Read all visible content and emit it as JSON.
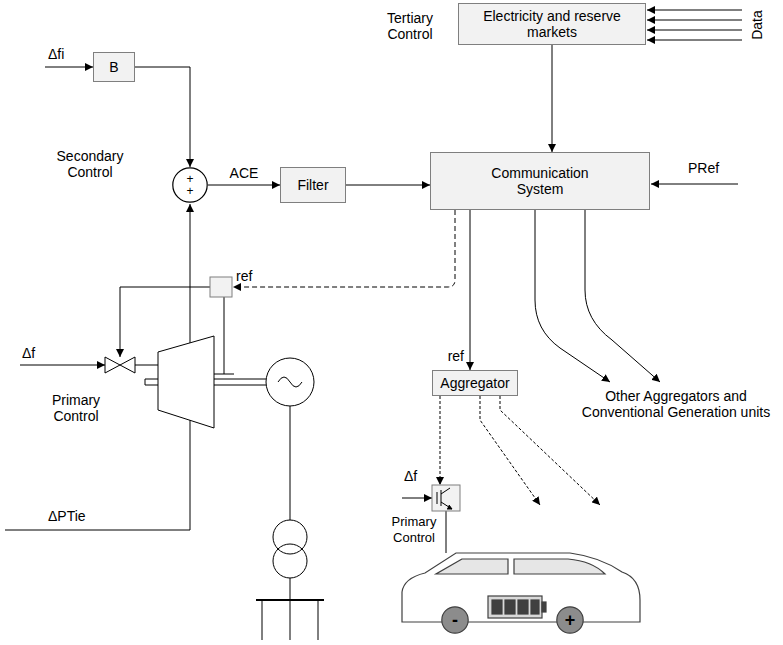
{
  "diagram": {
    "nodes": [
      {
        "text": [
          "Electricity and reserve markets"
        ]
      },
      {
        "text": [
          "B"
        ]
      },
      {
        "text": [
          "+",
          "+"
        ]
      },
      {
        "text": [
          "Filter"
        ]
      },
      {
        "text": [
          "Communication System"
        ]
      },
      {
        "text": [
          "Aggregator"
        ]
      },
      {
        "text": [
          "-"
        ]
      },
      {
        "text": [
          "+"
        ]
      }
    ],
    "edges": [
      {
        "from": 1,
        "to": 2,
        "arrow": "to"
      },
      {
        "from": 2,
        "to": 3,
        "label": "ACE",
        "arrow": "to"
      },
      {
        "from": 3,
        "to": 4,
        "arrow": "to"
      },
      {
        "from": 0,
        "to": 4,
        "arrow": "to"
      },
      {
        "from": 4,
        "to": 5,
        "label": "ref",
        "arrow": "to"
      }
    ],
    "labels": [
      "Tertiary Control",
      "Data",
      "Δfi",
      "Secondary Control",
      "ΔPTie",
      "PRef",
      "ref",
      "Primary Control",
      "Δf",
      "Other Aggregators and Conventional Generation units",
      "Δf",
      "Primary Control"
    ]
  }
}
